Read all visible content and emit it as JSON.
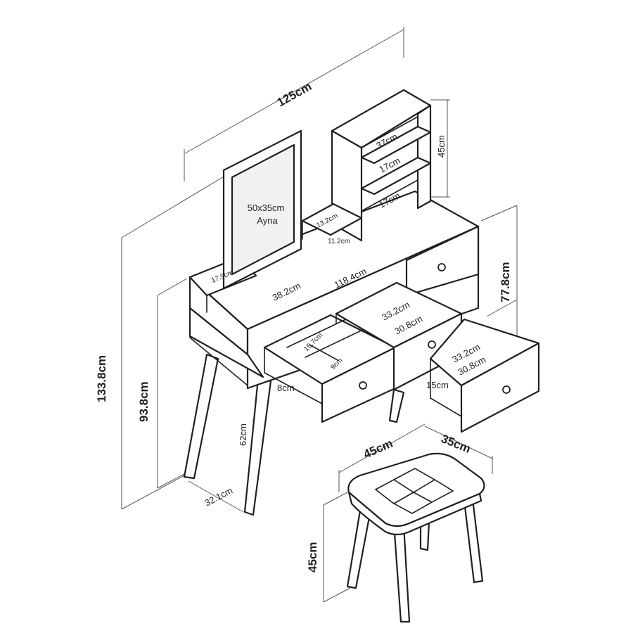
{
  "diagram": {
    "dimensions": {
      "total_width": "125cm",
      "total_height": "133.8cm",
      "table_height": "93.8cm",
      "side_height": "77.8cm",
      "top_length": "118.4cm",
      "top_depth": "38.2cm",
      "shelf_height": "45cm",
      "shelf_width": "37cm",
      "shelf_gap_upper": "17cm",
      "shelf_gap_lower": "17cm",
      "mini_shelf_width": "13.2cm",
      "mini_shelf_height": "11.2cm",
      "tray_width": "17.9cm",
      "drawer_outer_width": "33.2cm",
      "drawer_inner_width": "30.8cm",
      "drawer_right_outer_width": "33.2cm",
      "drawer_right_inner_width": "30.8cm",
      "drawer_right_height": "15cm",
      "left_drawer_height": "8cm",
      "divider_length": "15.7cm",
      "divider_width": "9cm",
      "leg_height": "62cm",
      "leg_depth": "32.1cm",
      "stool_width": "45cm",
      "stool_depth": "35cm",
      "stool_height": "45cm"
    },
    "mirror": {
      "size": "50x35cm",
      "name": "Ayna"
    }
  }
}
